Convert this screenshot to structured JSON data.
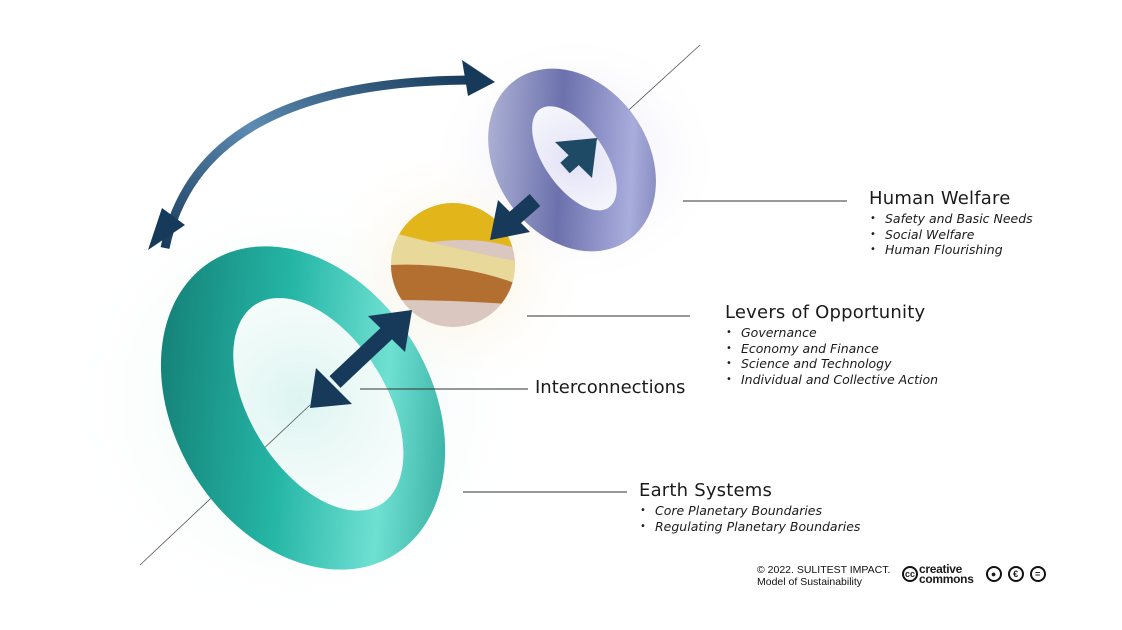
{
  "diagram": {
    "human_welfare": {
      "title": "Human Welfare",
      "items": [
        "Safety and Basic Needs",
        "Social Welfare",
        "Human Flourishing"
      ]
    },
    "levers": {
      "title": "Levers of Opportunity",
      "items": [
        "Governance",
        "Economy and Finance",
        "Science and Technology",
        "Individual and Collective Action"
      ]
    },
    "interconnections": {
      "title": "Interconnections"
    },
    "earth_systems": {
      "title": "Earth Systems",
      "items": [
        "Core Planetary Boundaries",
        "Regulating Planetary Boundaries"
      ]
    }
  },
  "footer": {
    "copyright": "© 2022. SULITEST IMPACT.",
    "subtitle": "Model of Sustainability",
    "license_logo": "creative commons",
    "license_icons": [
      "cc-icon",
      "by-icon",
      "nc-icon",
      "nd-icon"
    ]
  },
  "colors": {
    "arrow": "#173a5a",
    "teal": "#2bbfae",
    "purple": "#8a8fc8",
    "gold": "#e0b21c",
    "brown": "#b06f33"
  }
}
